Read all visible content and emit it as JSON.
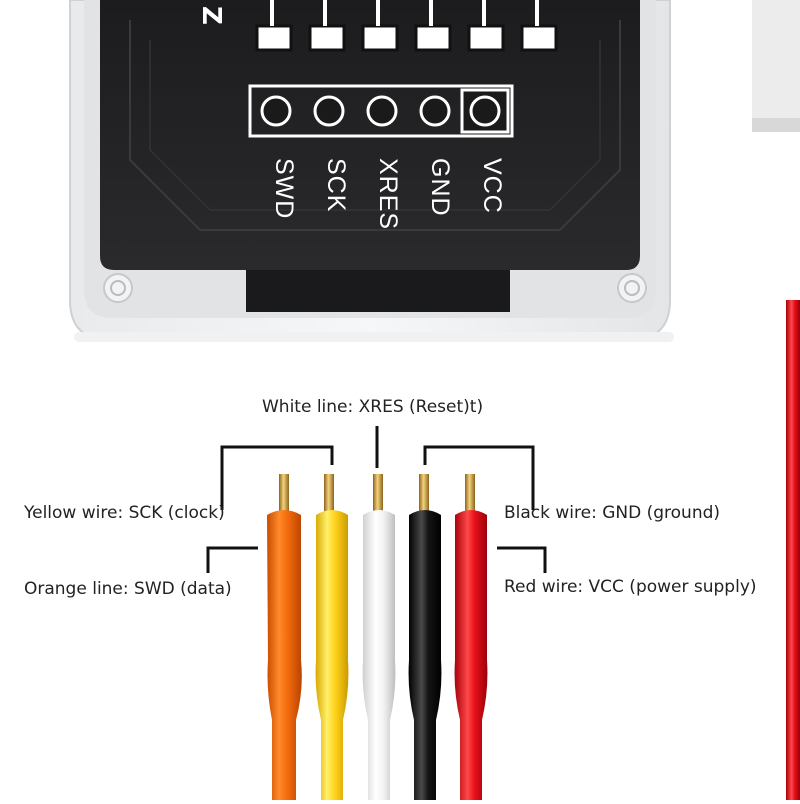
{
  "device": {
    "brand_glyph": "Z",
    "pins": [
      "SWD",
      "SCK",
      "XRES",
      "GND",
      "VCC"
    ]
  },
  "callouts": {
    "white": "White line: XRES (Reset)t)",
    "yellow": "Yellow wire: SCK (clock)",
    "orange": "Orange line: SWD (data)",
    "black": "Black wire: GND (ground)",
    "red": "Red wire: VCC (power supply)"
  },
  "wire_colors": {
    "orange": "#f26a0c",
    "yellow": "#ffd21a",
    "white": "#f4f4f4",
    "black": "#141414",
    "red": "#e8121c",
    "pin_gold": "#d9a441"
  }
}
